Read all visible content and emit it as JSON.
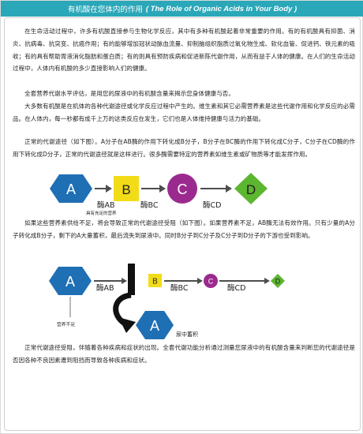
{
  "header": {
    "title_zh": "有机酸在您体内的作用",
    "title_en": "( The Role of Organic Acids in Your Body )"
  },
  "paragraphs": {
    "p1": "在生命活动过程中，许多有机酸直接参与生物化学反应，其中有多种有机酸起着非常重要的作用。有的有机酸具有抑菌、消炎、抗病毒、抗突变、抗癌作用；有的能够增加冠状动脉血流量、抑制脑组织脂质过氧化物生成、软化血管、促进钙、铁元素的吸收；有的具有帮助胃液消化脂肪和蛋白质；有的则具有预防疾病和促进新陈代谢作用，从而有益于人体的健康。在人们的生命活动过程中，人体内有机酸的多少直接影响人们的健康。",
    "p2": "全套营养代谢水平评估，是用您的尿液中的有机酸含量来揭示您身体健康与否。",
    "p3": "大多数有机酸是在机体的各种代谢途径或化学反应过程中产生的。维生素和其它必需营养素是这些代谢作用和化学反应的必需品。在人体内，每一秒都有成千上万的这类反应在发生，它们也是人体维持健康与活力的基础。",
    "p4": "正常的代谢途径（如下图）。A分子在AB酶的作用下转化成B分子，B分子在BC酶的作用下转化成C分子，C分子在CD酶的作用下转化成D分子，正常的代谢途径就是这样进行。很多酶需要特定的营养素如维生素或矿物质等才能发挥作用。",
    "p5": "如果这些营养素供给不足，将会导致正常的代谢途径受阻（如下图）。如果营养素不足，AB酶无法有效作用。只有少量的A分子转化成B分子，剩下的A大量蓄积，最后流失到尿液中。同时B分子到C分子及C分子到D分子的下游也受到影响。",
    "p6": "正常代谢途径受阻，伴随着各种疾病和症状的出现。全套代谢功能分析通过测量您尿液中的有机酸含量来判断您的代谢途径是否因各种不良因素遭到阻挡而导致各种疾病和症状。"
  },
  "diagram_normal": {
    "nodes": [
      "A",
      "B",
      "C",
      "D"
    ],
    "enzymes": [
      "酶AB",
      "酶BC",
      "酶CD"
    ],
    "note": "具有充足的营养"
  },
  "diagram_blocked": {
    "nodes": [
      "A",
      "B",
      "C",
      "D"
    ],
    "enzymes": [
      "酶AB",
      "酶BC",
      "酶CD"
    ],
    "accumulated_node": "A",
    "note_insufficient": "营养不足",
    "note_urine": "尿中蓄积"
  },
  "colors": {
    "header_bg": "#2aa7b8",
    "node_a": "#1f6fb5",
    "node_b": "#f2dc18",
    "node_c": "#9b2a8f",
    "node_d": "#5cb630",
    "arrow": "#4d4d4d",
    "block": "#111111"
  }
}
